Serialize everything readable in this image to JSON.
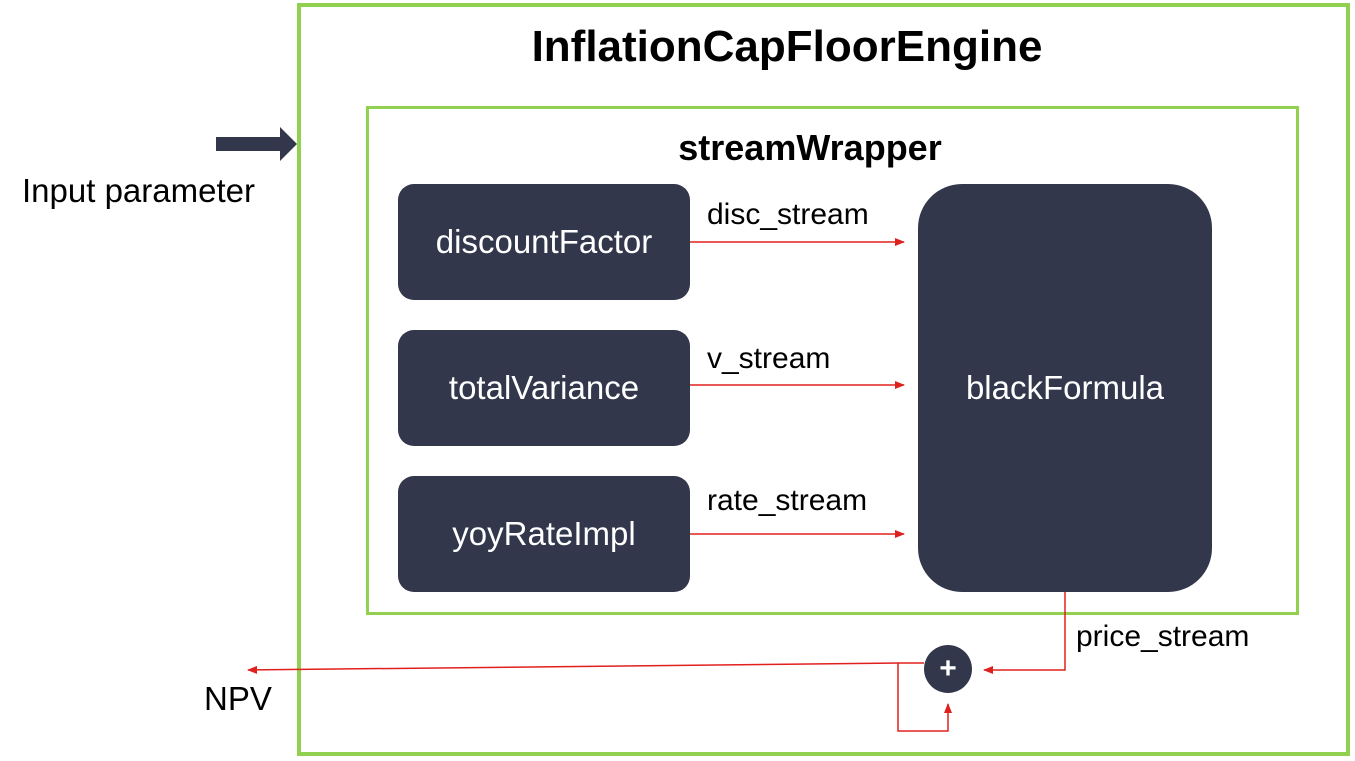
{
  "engine": {
    "title": "InflationCapFloorEngine"
  },
  "wrapper": {
    "title": "streamWrapper"
  },
  "blocks": {
    "discount_factor": "discountFactor",
    "total_variance": "totalVariance",
    "yoy_rate_impl": "yoyRateImpl",
    "black_formula": "blackFormula"
  },
  "streams": {
    "disc": "disc_stream",
    "v": "v_stream",
    "rate": "rate_stream",
    "price": "price_stream"
  },
  "io": {
    "input_label": "Input parameter",
    "output_label": "NPV"
  },
  "adder_symbol": "+",
  "colors": {
    "frame_green": "#92d050",
    "block_fill": "#32374c",
    "wire_red": "#e0201c",
    "input_arrow": "#32374c"
  }
}
